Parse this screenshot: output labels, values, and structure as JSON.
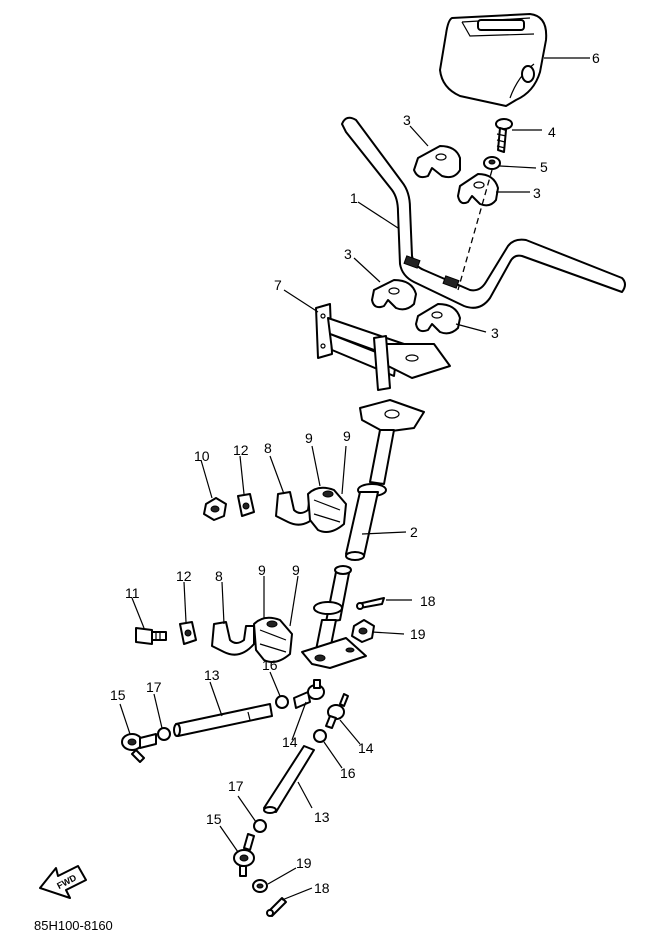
{
  "callouts": {
    "c1": "1",
    "c2": "2",
    "c3a": "3",
    "c3b": "3",
    "c3c": "3",
    "c3d": "3",
    "c4": "4",
    "c5": "5",
    "c6": "6",
    "c7": "7",
    "c8a": "8",
    "c8b": "8",
    "c9a": "9",
    "c9b": "9",
    "c9c": "9",
    "c9d": "9",
    "c10": "10",
    "c11": "11",
    "c12a": "12",
    "c12b": "12",
    "c13a": "13",
    "c13b": "13",
    "c14a": "14",
    "c14b": "14",
    "c15a": "15",
    "c15b": "15",
    "c16a": "16",
    "c16b": "16",
    "c17a": "17",
    "c17b": "17",
    "c18a": "18",
    "c18b": "18",
    "c19a": "19",
    "c19b": "19"
  },
  "direction_label": "FWD",
  "diagram_code": "85H100-8160"
}
